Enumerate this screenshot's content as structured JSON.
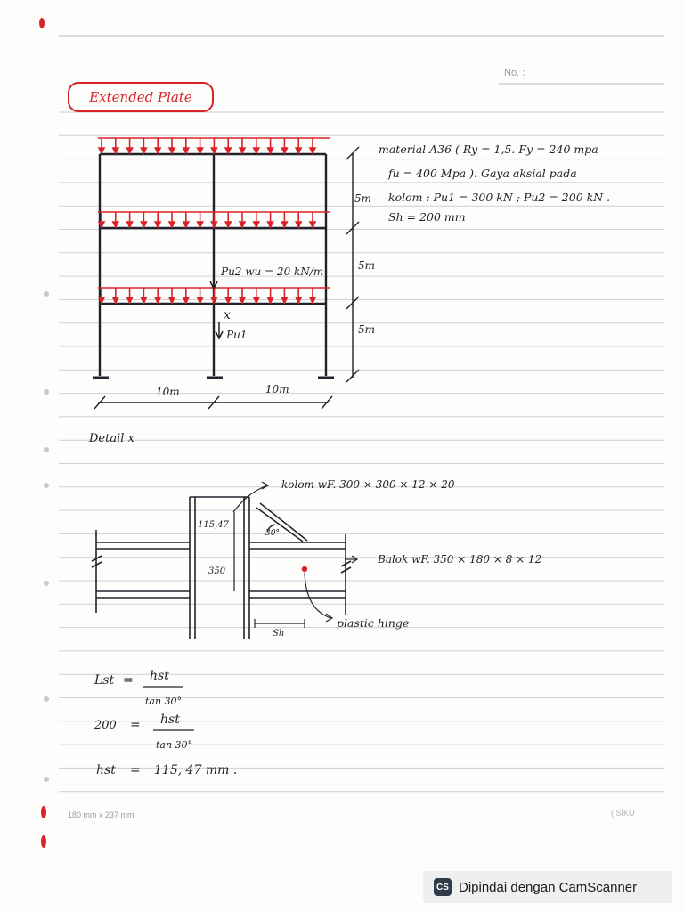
{
  "header": {
    "no_label": "No. :"
  },
  "title": "Extended Plate",
  "frame": {
    "load_label": "Pu2  wu = 20 kN/m",
    "story_heights": [
      "5m",
      "5m",
      "5m"
    ],
    "bay_widths": [
      "10m",
      "10m"
    ],
    "detail_point": "x",
    "axial_label": "Pu1"
  },
  "notes": {
    "line1": "material A36 ( Ry = 1,5.  Fy = 240 mpa",
    "line2": "fu = 400 Mpa ). Gaya aksial pada",
    "line3": "kolom :  Pu1 = 300 kN ;  Pu2 = 200 kN .",
    "line4": "Sh = 200 mm"
  },
  "detail": {
    "heading": "Detail  x",
    "column_label": "kolom  wF. 300 × 300 × 12 × 20",
    "beam_label": "Balok  wF. 350 × 180 × 8 × 12",
    "hinge_label": "plastic hinge",
    "dim_115": "115,47",
    "dim_350": "350",
    "angle": "30°",
    "sh": "Sh"
  },
  "calc": {
    "l1_lhs": "Lst",
    "l1_eq": "=",
    "l1_num": "hst",
    "l1_den": "tan 30°",
    "l2_lhs": "200",
    "l2_eq": "=",
    "l2_num": "hst",
    "l2_den": "tan 30°",
    "l3_lhs": "hst",
    "l3_eq": "=",
    "l3_rhs": "115, 47 mm ."
  },
  "footer": {
    "paper_size": "180 mm x 237 mm",
    "brand": "( SIKU",
    "scanner_logo": "CS",
    "scanner_text": "Dipindai dengan CamScanner"
  },
  "colors": {
    "load_red": "#d9232a",
    "ink": "#22222c",
    "rule": "#cfcfd4"
  }
}
